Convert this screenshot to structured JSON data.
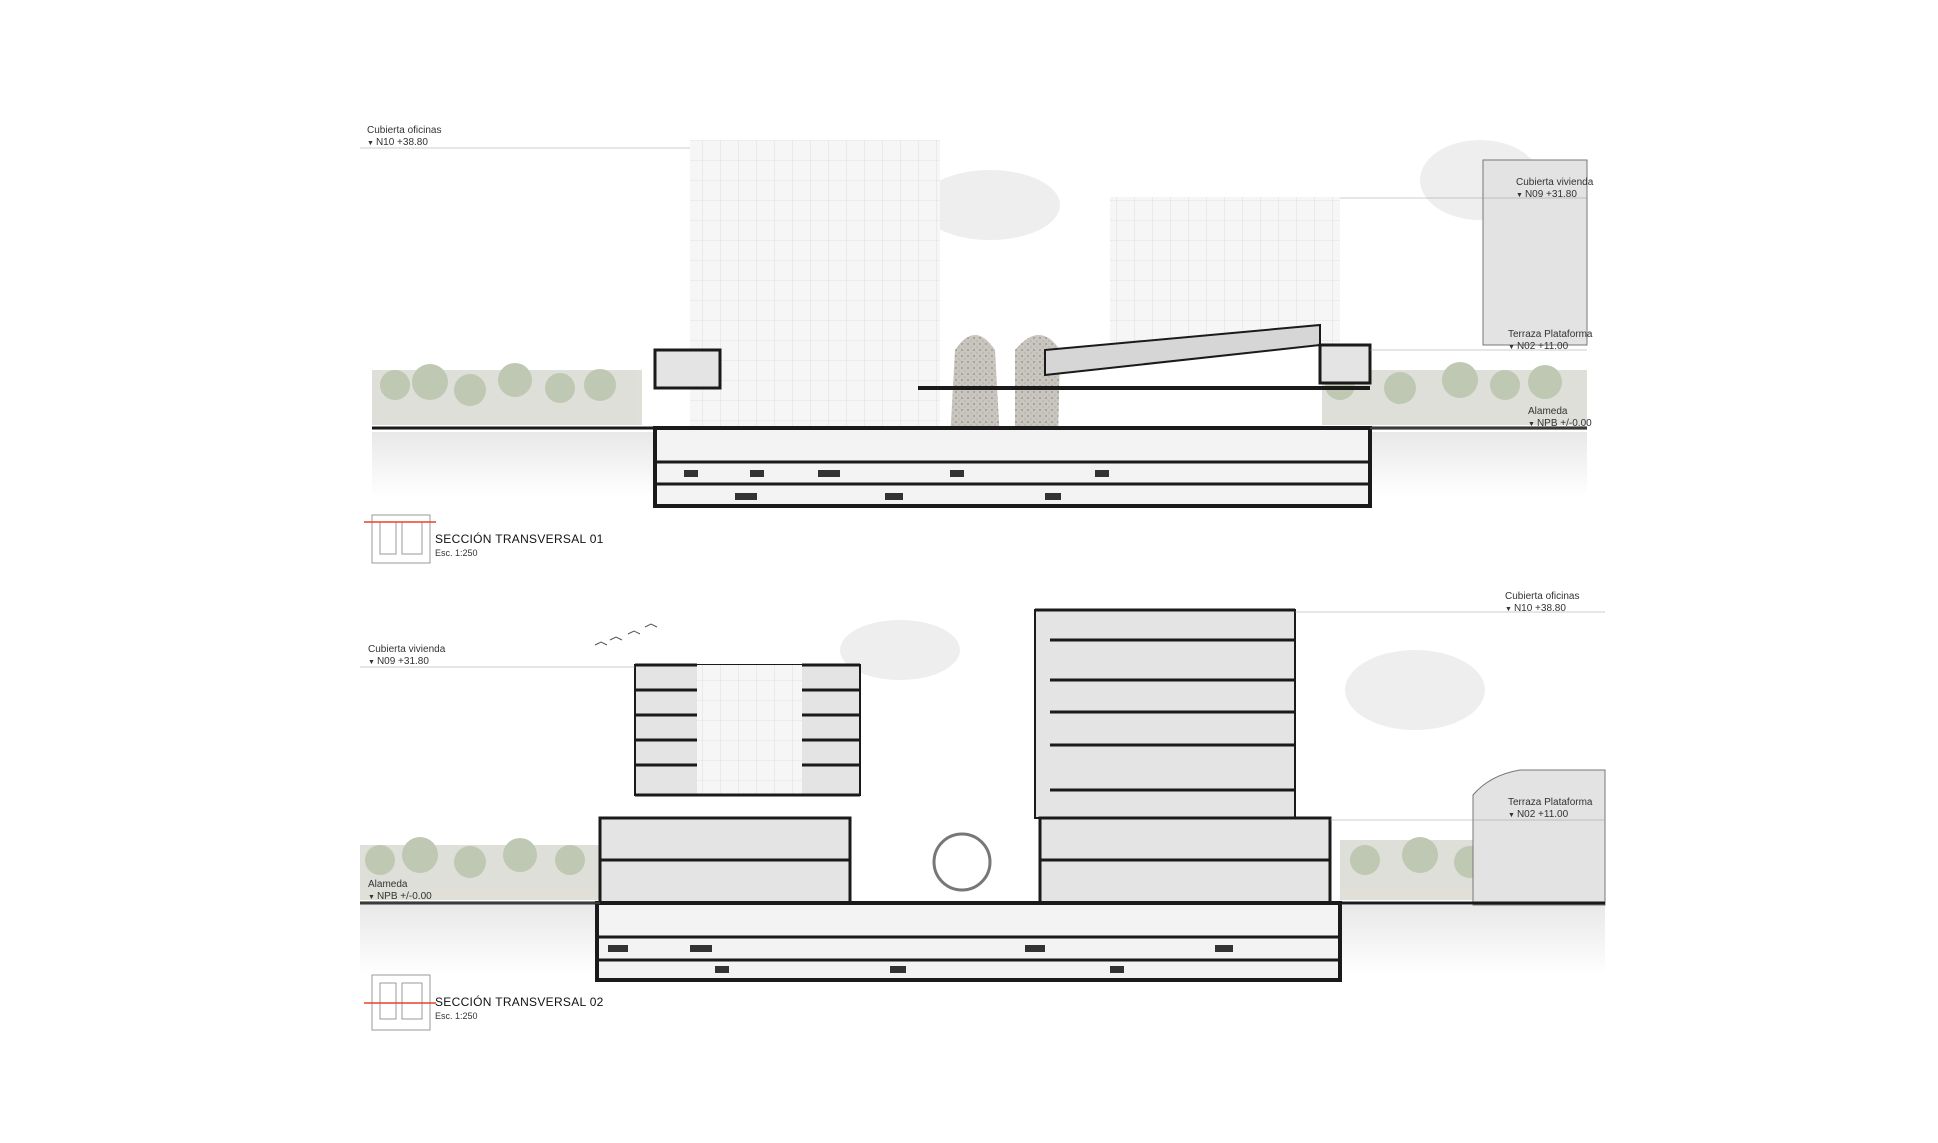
{
  "section1": {
    "title": "SECCIÓN TRANSVERSAL 01",
    "scale": "Esc. 1:250",
    "levels": {
      "top_left_name": "Cubierta oficinas",
      "top_left_value": "N10 +38.80",
      "right1_name": "Cubierta vivienda",
      "right1_value": "N09 +31.80",
      "right2_name": "Terraza Plataforma",
      "right2_value": "N02 +11.00",
      "right3_name": "Alameda",
      "right3_value": "NPB +/-0.00"
    }
  },
  "section2": {
    "title": "SECCIÓN TRANSVERSAL 02",
    "scale": "Esc. 1:250",
    "levels": {
      "left1_name": "Cubierta vivienda",
      "left1_value": "N09 +31.80",
      "left2_name": "Alameda",
      "left2_value": "NPB +/-0.00",
      "right1_name": "Cubierta oficinas",
      "right1_value": "N10 +38.80",
      "right2_name": "Terraza Plataforma",
      "right2_value": "N02 +11.00"
    }
  },
  "colors": {
    "line": "#1a1a1a",
    "wall_fill": "#e4e4e4",
    "tree": "#9fb38e",
    "accent_red": "#e8402a"
  }
}
